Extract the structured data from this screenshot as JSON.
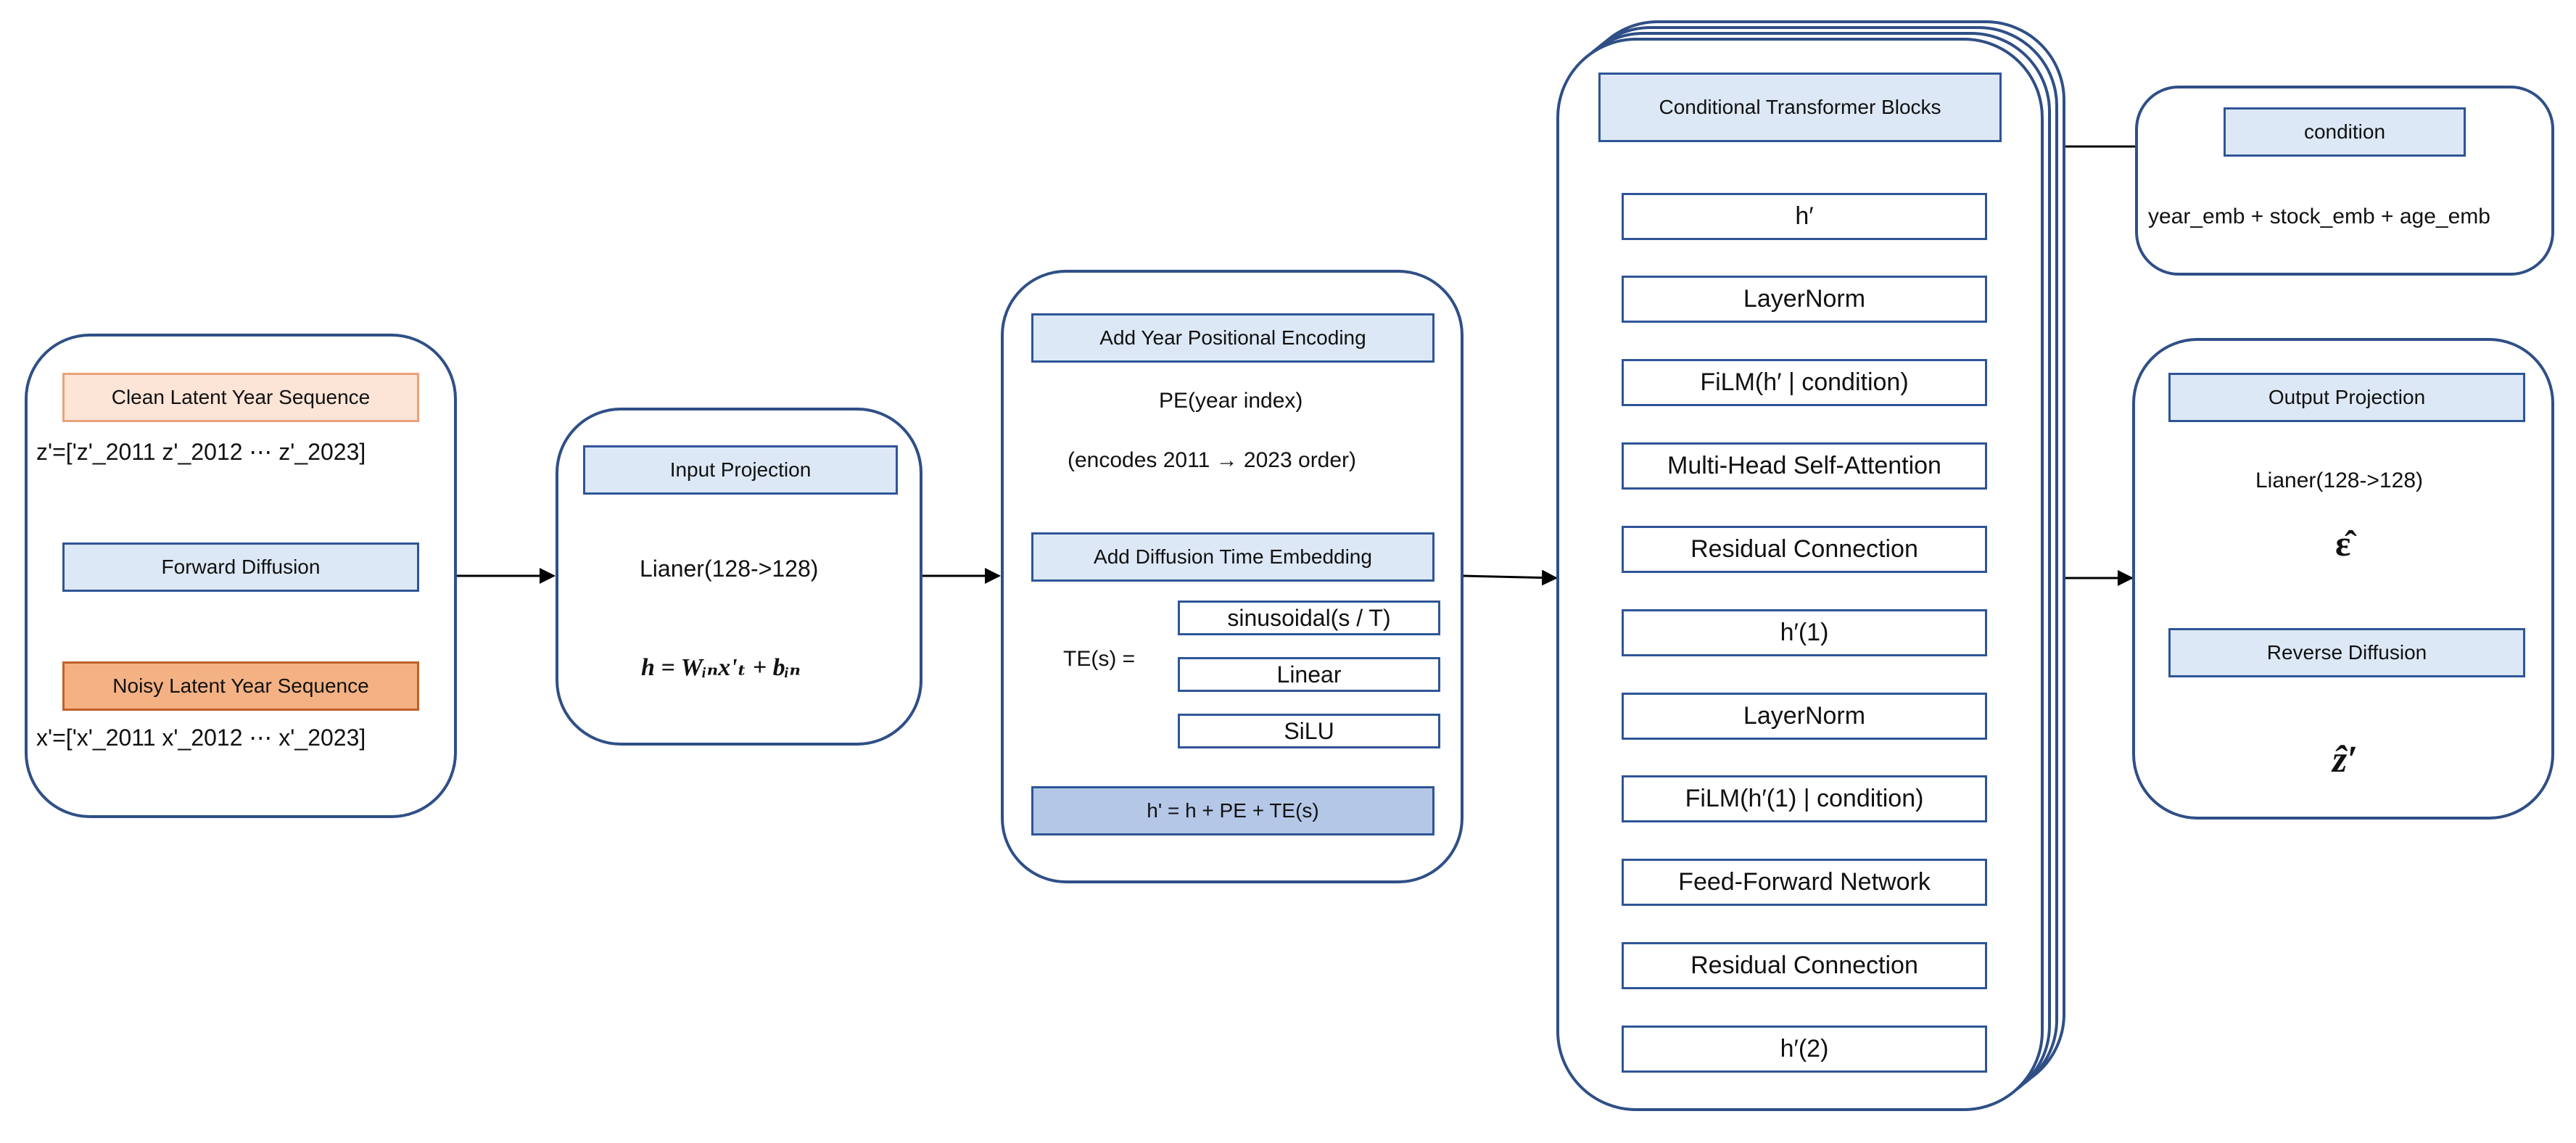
{
  "input_panel": {
    "clean_seq_label": "Clean Latent Year Sequence",
    "z_sequence": "z'=['z'_2011   z'_2012  ⋯   z'_2023]",
    "forward_diffusion_label": "Forward Diffusion",
    "noisy_seq_label": "Noisy Latent Year Sequence",
    "x_sequence": "x'=['x'_2011   x'_2012  ⋯   x'_2023]"
  },
  "projection_panel": {
    "title": "Input Projection",
    "linear_label": "Lianer(128->128)",
    "equation": "h = Wᵢₙx'ₜ + bᵢₙ"
  },
  "embedding_panel": {
    "pe_title": "Add Year Positional Encoding",
    "pe_formula": "PE(year index)",
    "pe_note": "(encodes 2011 → 2023 order)",
    "te_title": "Add Diffusion Time Embedding",
    "te_label": "TE(s)  =",
    "te_steps": [
      "sinusoidal(s / T)",
      "Linear",
      "SiLU"
    ],
    "sum_label": "h' = h + PE + TE(s)"
  },
  "transformer_panel": {
    "title": "Conditional Transformer Blocks",
    "steps": [
      "h′",
      "LayerNorm",
      "FiLM(h′ | condition)",
      "Multi-Head Self-Attention",
      "Residual Connection",
      "h′(1)",
      "LayerNorm",
      "FiLM(h′(1) | condition)",
      "Feed-Forward Network",
      "Residual Connection",
      "h′(2)"
    ]
  },
  "condition_panel": {
    "title": "condition",
    "formula": "year_emb + stock_emb + age_emb"
  },
  "output_panel": {
    "title": "Output Projection",
    "linear_label": "Lianer(128->128)",
    "epsilon_symbol": "ε̂",
    "reverse_diffusion_label": "Reverse Diffusion",
    "z_hat_symbol": "ẑ′"
  },
  "colors": {
    "border": "#2f4f86",
    "header_fill": "#dce8f5",
    "clean_fill": "#fce4d6",
    "noisy_fill": "#f4b183",
    "sum_fill": "#b4c7e7"
  }
}
